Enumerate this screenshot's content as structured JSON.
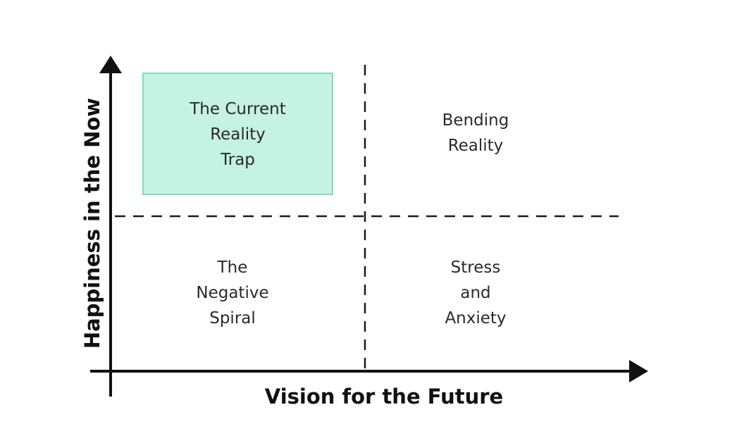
{
  "axes": {
    "x_label": "Vision for the Future",
    "y_label": "Happiness in the Now"
  },
  "quadrants": {
    "top_left": "The Current\nReality\nTrap",
    "top_right": "Bending\nReality",
    "bottom_left": "The\nNegative\nSpiral",
    "bottom_right": "Stress\nand\nAnxiety"
  },
  "highlight": {
    "quadrant": "top_left",
    "fill": "#c4f2e3",
    "stroke": "#7fdcbf"
  },
  "colors": {
    "axis": "#111111",
    "divider": "#1a1a1a",
    "text": "#2a2a2a"
  }
}
